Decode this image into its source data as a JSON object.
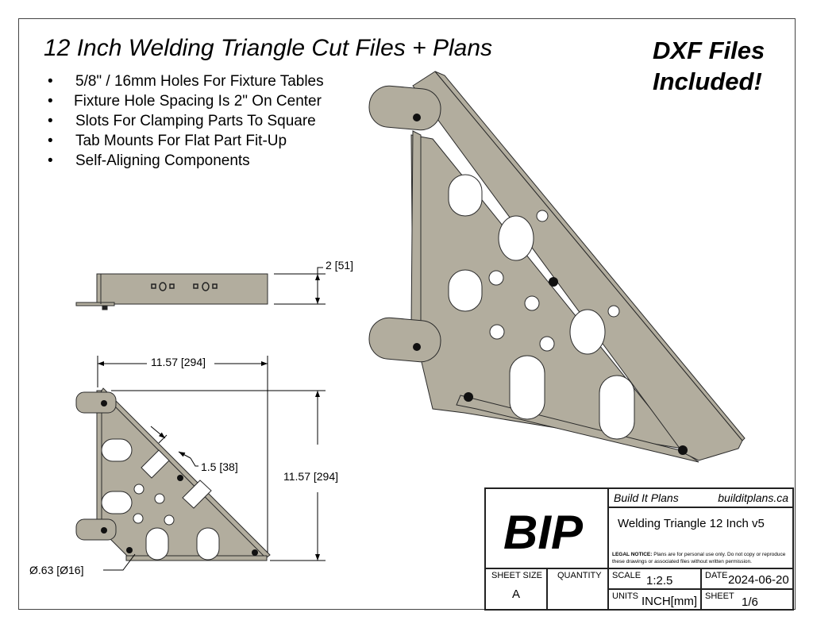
{
  "title": "12 Inch Welding Triangle Cut Files + Plans",
  "dxf_line1": "DXF Files",
  "dxf_line2": "Included!",
  "bullets": [
    "5/8\" / 16mm Holes For Fixture Tables",
    "Fixture Hole Spacing Is 2\" On Center",
    "Slots For Clamping Parts To Square",
    "Tab Mounts For Flat Part Fit-Up",
    "Self-Aligning Components"
  ],
  "dimensions": {
    "height": "2 [51]",
    "width": "11.57 [294]",
    "vertical": "11.57 [294]",
    "rib": "1.5 [38]",
    "hole": "Ø.63 [Ø16]"
  },
  "title_block": {
    "logo": "BIP",
    "company": "Build It Plans",
    "website": "builditplans.ca",
    "part_name": "Welding Triangle 12 Inch v5",
    "legal_label": "LEGAL NOTICE:",
    "legal_text": " Plans are for personal use only. Do not copy or reproduce these drawings or associated files without written permission.",
    "sheet_size_label": "SHEET SIZE",
    "sheet_size": "A",
    "quantity_label": "QUANTITY",
    "scale_label": "SCALE",
    "scale": "1:2.5",
    "date_label": "DATE",
    "date": "2024-06-20",
    "units_label": "UNITS",
    "units": "INCH[mm]",
    "sheet_label": "SHEET",
    "sheet": "1/6"
  },
  "colors": {
    "part": "#b2ad9e",
    "edge": "#2a2a2a"
  }
}
